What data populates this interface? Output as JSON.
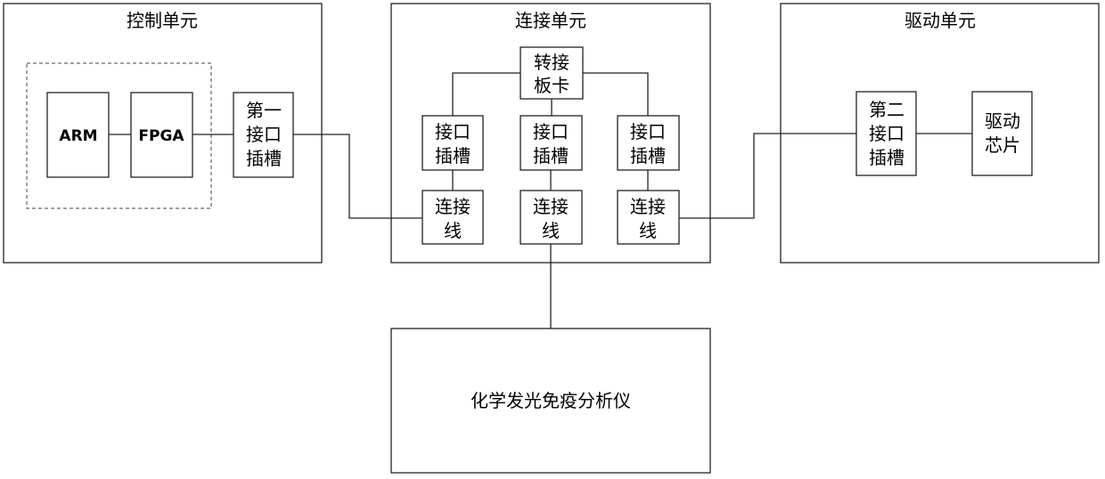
{
  "units": {
    "control": "控制单元",
    "connection": "连接单元",
    "drive": "驱动单元"
  },
  "control_unit": {
    "arm": "ARM",
    "fpga": "FPGA",
    "first_slot": [
      "第一",
      "接口",
      "插槽"
    ]
  },
  "connection_unit": {
    "adapter_board": [
      "转接",
      "板卡"
    ],
    "interface_slots": [
      [
        "接口",
        "插槽"
      ],
      [
        "接口",
        "插槽"
      ],
      [
        "接口",
        "插槽"
      ]
    ],
    "cables": [
      [
        "连接",
        "线"
      ],
      [
        "连接",
        "线"
      ],
      [
        "连接",
        "线"
      ]
    ]
  },
  "drive_unit": {
    "second_slot": [
      "第二",
      "接口",
      "插槽"
    ],
    "driver_chip": [
      "驱动",
      "芯片"
    ]
  },
  "analyzer": "化学发光免疫分析仪"
}
